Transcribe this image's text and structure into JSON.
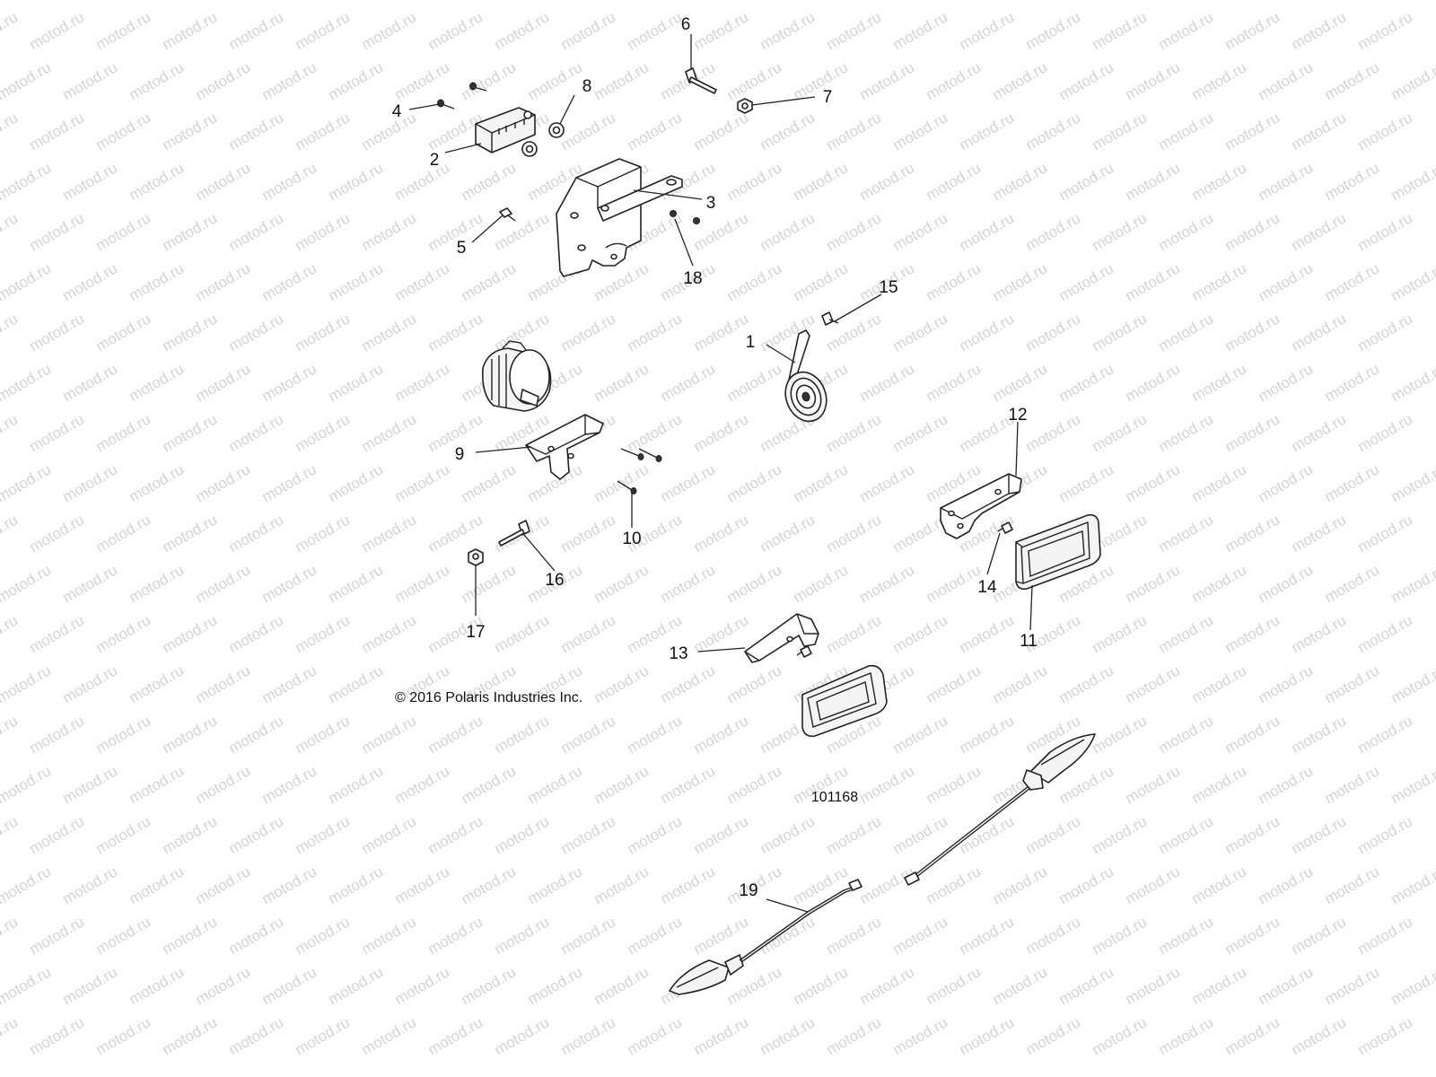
{
  "watermark": {
    "text": "motod.ru",
    "color": "#d4d4d4"
  },
  "copyright": "© 2016 Polaris Industries Inc.",
  "figure_number": "101168",
  "callouts": [
    "1",
    "2",
    "3",
    "4",
    "5",
    "6",
    "7",
    "8",
    "9",
    "10",
    "11",
    "12",
    "13",
    "14",
    "15",
    "16",
    "17",
    "18",
    "19"
  ],
  "colors": {
    "line": "#222222",
    "background": "#ffffff"
  }
}
